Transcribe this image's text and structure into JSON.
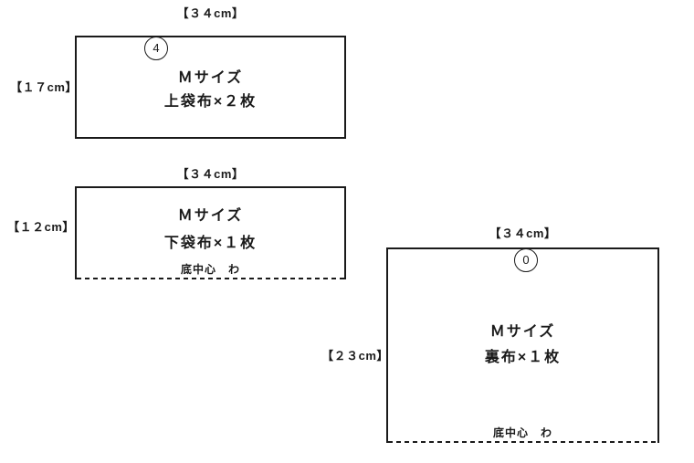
{
  "diagram": {
    "description": "sewing pattern cutting layout",
    "line_color": "#1a1a1a",
    "background_color": "#ffffff",
    "pieces": [
      {
        "id": "upper-bag-fabric",
        "width_label": "【３４cm】",
        "height_label": "【１７cm】",
        "marker": "4",
        "size_line": "Ｍサイズ",
        "name_line": "上袋布×２枚",
        "bottom_note": ""
      },
      {
        "id": "lower-bag-fabric",
        "width_label": "【３４cm】",
        "height_label": "【１２cm】",
        "marker": "",
        "size_line": "Ｍサイズ",
        "name_line": "下袋布×１枚",
        "bottom_note": "底中心　わ"
      },
      {
        "id": "lining-fabric",
        "width_label": "【３４cm】",
        "height_label": "【２３cm】",
        "marker": "0",
        "size_line": "Ｍサイズ",
        "name_line": "裏布×１枚",
        "bottom_note": "底中心　わ"
      }
    ]
  }
}
